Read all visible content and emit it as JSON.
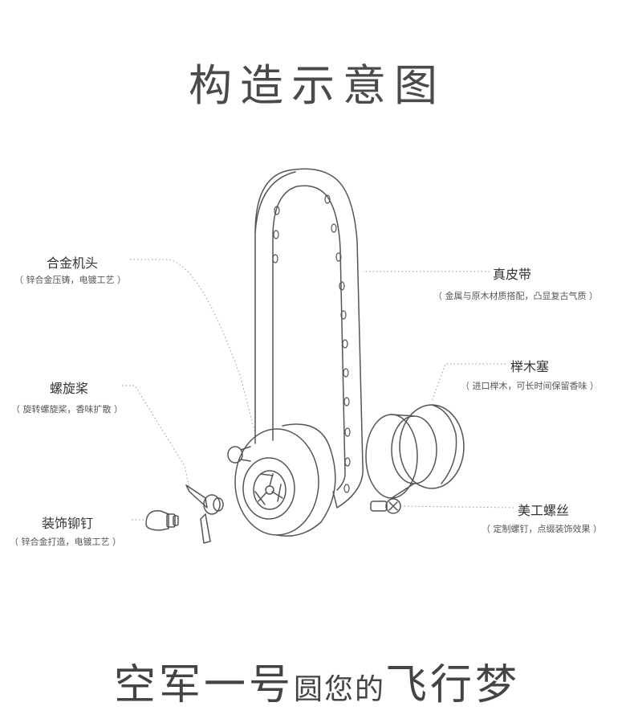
{
  "title": "构造示意图",
  "parts": [
    {
      "id": "alloy-head",
      "name": "合金机头",
      "desc": "（ 锌合金压铸，电镀工艺 ）"
    },
    {
      "id": "leather-strap",
      "name": "真皮带",
      "desc": "（ 金属与原木材质搭配，凸显复古气质 ）"
    },
    {
      "id": "propeller",
      "name": "螺旋桨",
      "desc": "（ 旋转螺旋桨，香味扩散 ）"
    },
    {
      "id": "wood-plug",
      "name": "榉木塞",
      "desc": "（ 进口榉木，可长时间保留香味 ）"
    },
    {
      "id": "rivet",
      "name": "装饰铆钉",
      "desc": "（ 锌合金打造，电镀工艺 ）"
    },
    {
      "id": "screw",
      "name": "美工螺丝",
      "desc": "（ 定制螺钉，点缀装饰效果 ）"
    }
  ],
  "slogan": {
    "part1": "空军一号",
    "part2": "圆您的",
    "part3": "飞行梦"
  }
}
